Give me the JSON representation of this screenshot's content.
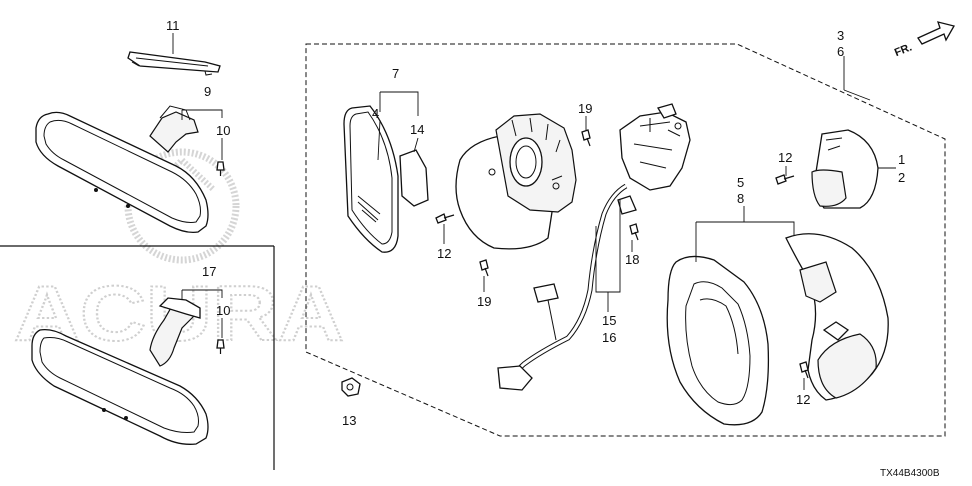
{
  "diagram_code": "TX44B4300B",
  "orientation_label": "FR.",
  "watermark": "ACURA",
  "callouts": {
    "c1": "1",
    "c2": "2",
    "c3": "3",
    "c4": "4",
    "c5": "5",
    "c6": "6",
    "c7": "7",
    "c8": "8",
    "c9": "9",
    "c10a": "10",
    "c10b": "10",
    "c11": "11",
    "c12a": "12",
    "c12b": "12",
    "c12c": "12",
    "c13": "13",
    "c14": "14",
    "c15": "15",
    "c16": "16",
    "c17": "17",
    "c18": "18",
    "c19a": "19",
    "c19b": "19"
  }
}
